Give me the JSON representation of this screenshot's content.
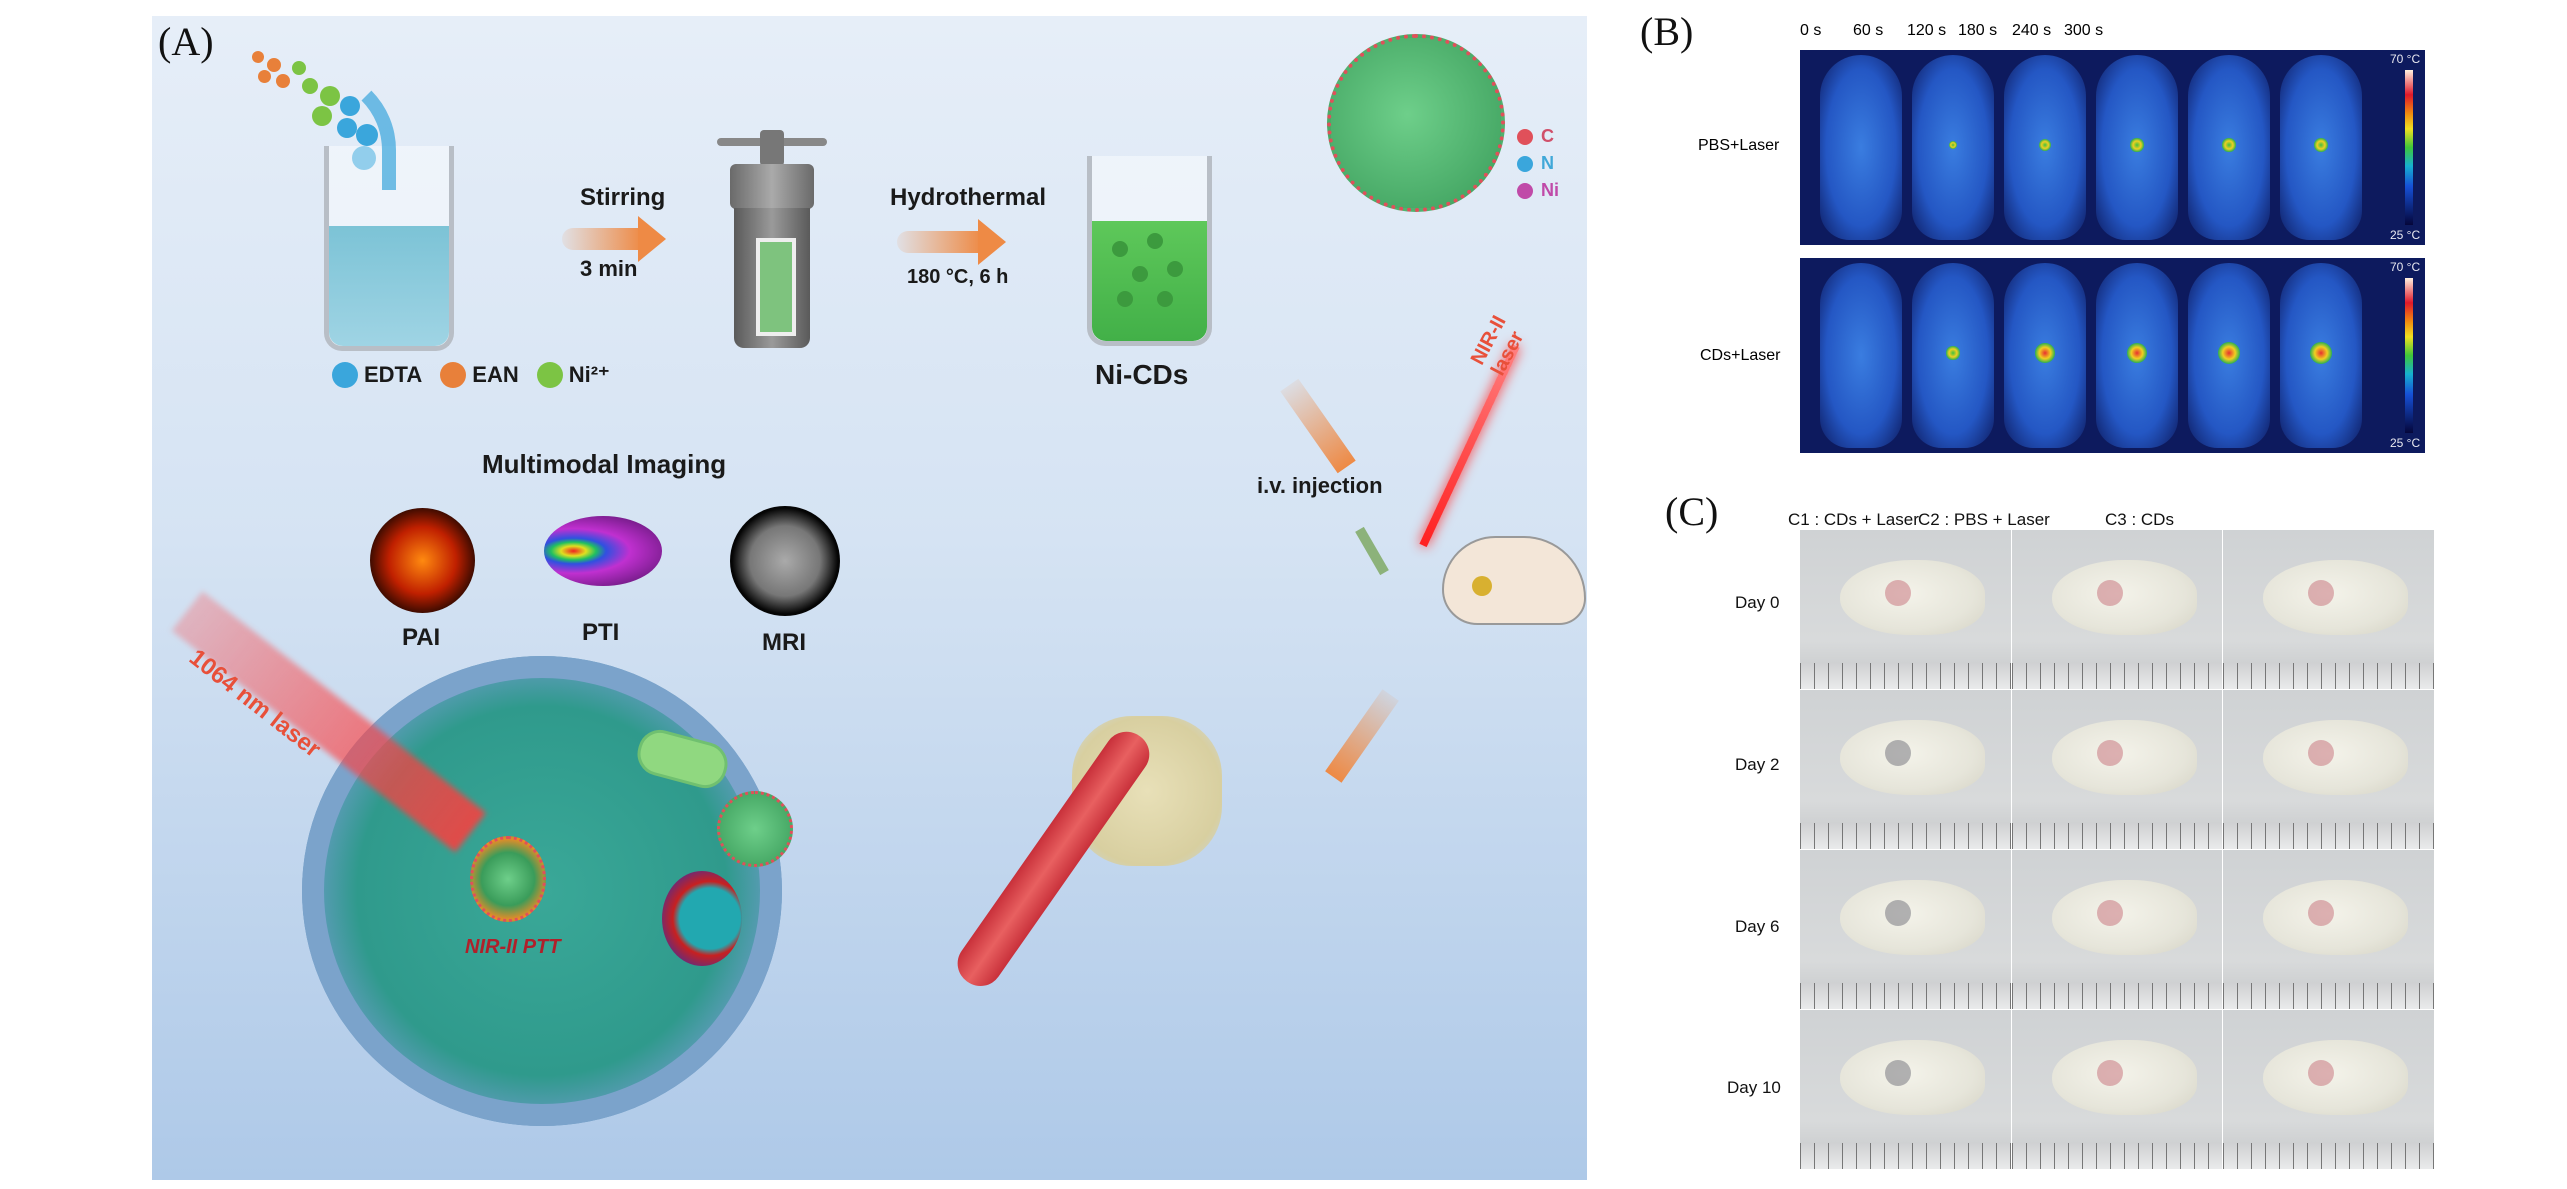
{
  "panels": {
    "A": {
      "label": "(A)",
      "synthesis": {
        "step1_label": "Stirring",
        "step1_sub": "3 min",
        "step2_label": "Hydrothermal",
        "step2_sub": "180 °C, 6 h",
        "product": "Ni-CDs",
        "precursor_legend": [
          {
            "name": "EDTA",
            "color": "#3aa6dc"
          },
          {
            "name": "EAN",
            "color": "#e8803a"
          },
          {
            "name": "Ni²⁺",
            "color": "#7cc444"
          }
        ],
        "atom_legend": [
          {
            "name": "C",
            "color": "#e0505a"
          },
          {
            "name": "N",
            "color": "#3aa6dc"
          },
          {
            "name": "Ni",
            "color": "#c04aa8"
          }
        ]
      },
      "delivery": {
        "injection_label": "i.v. injection",
        "laser_label": "NIR-II laser"
      },
      "imaging": {
        "title": "Multimodal Imaging",
        "modes": [
          "PAI",
          "PTI",
          "MRI"
        ]
      },
      "therapy": {
        "laser_label": "1064 nm laser",
        "ptt_label": "NIR-II PTT"
      }
    },
    "B": {
      "label": "(B)",
      "timepoints": [
        "0 s",
        "60 s",
        "120 s",
        "180 s",
        "240 s",
        "300 s"
      ],
      "rows": [
        {
          "name": "PBS+Laser",
          "hotspot_intensity": [
            0,
            0.15,
            0.35,
            0.4,
            0.4,
            0.42
          ]
        },
        {
          "name": "CDs+Laser",
          "hotspot_intensity": [
            0,
            0.4,
            0.75,
            0.8,
            0.9,
            0.88
          ]
        }
      ],
      "colorbar": {
        "max": "70 °C",
        "min": "25 °C"
      }
    },
    "C": {
      "label": "(C)",
      "columns": [
        "C1 : CDs + Laser",
        "C2 : PBS + Laser",
        "C3 : CDs"
      ],
      "rows": [
        "Day 0",
        "Day 2",
        "Day 6",
        "Day 10"
      ]
    }
  }
}
